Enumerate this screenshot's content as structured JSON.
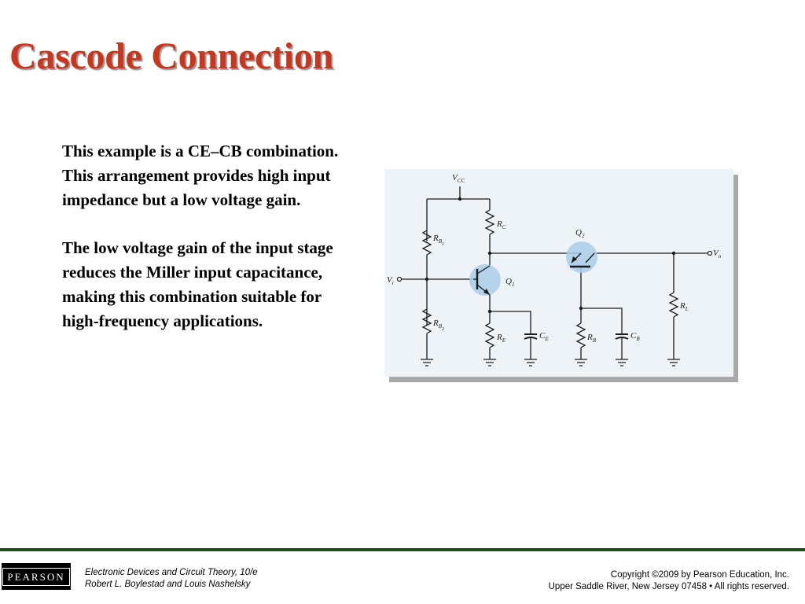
{
  "slide": {
    "title": "Cascode Connection",
    "paragraphs": [
      "This example is a CE–CB combination. This arrangement provides high input impedance but a low voltage gain.",
      "The low voltage gain of the input stage reduces the Miller input capacitance, making this combination suitable for high-frequency applications."
    ]
  },
  "circuit": {
    "labels": {
      "vcc": "V",
      "vcc_sub": "CC",
      "rb1": "R",
      "rb1_sub": "B",
      "rb1_sub2": "1",
      "rb2": "R",
      "rb2_sub": "B",
      "rb2_sub2": "2",
      "rc": "R",
      "rc_sub": "C",
      "re": "R",
      "re_sub": "E",
      "ce": "C",
      "ce_sub": "E",
      "q1": "Q",
      "q1_sub": "1",
      "q2": "Q",
      "q2_sub": "2",
      "rb": "R",
      "rb_sub": "B",
      "cb": "C",
      "cb_sub": "B",
      "rl": "R",
      "rl_sub": "L",
      "vi": "V",
      "vi_sub": "i",
      "vo": "V",
      "vo_sub": "o"
    },
    "colors": {
      "wire": "#1b1b1b",
      "transistor_highlight": "#a9cde9",
      "background": "#eef3f7"
    }
  },
  "footer": {
    "logo": "PEARSON",
    "book_title": "Electronic Devices and Circuit Theory, 10/e",
    "authors": "Robert L. Boylestad and Louis Nashelsky",
    "copyright": "Copyright ©2009 by Pearson Education, Inc.",
    "address": "Upper Saddle River, New Jersey 07458 • All rights reserved."
  },
  "theme": {
    "title_color": "#c8361e",
    "footer_rule_color": "#1d4d1d"
  }
}
